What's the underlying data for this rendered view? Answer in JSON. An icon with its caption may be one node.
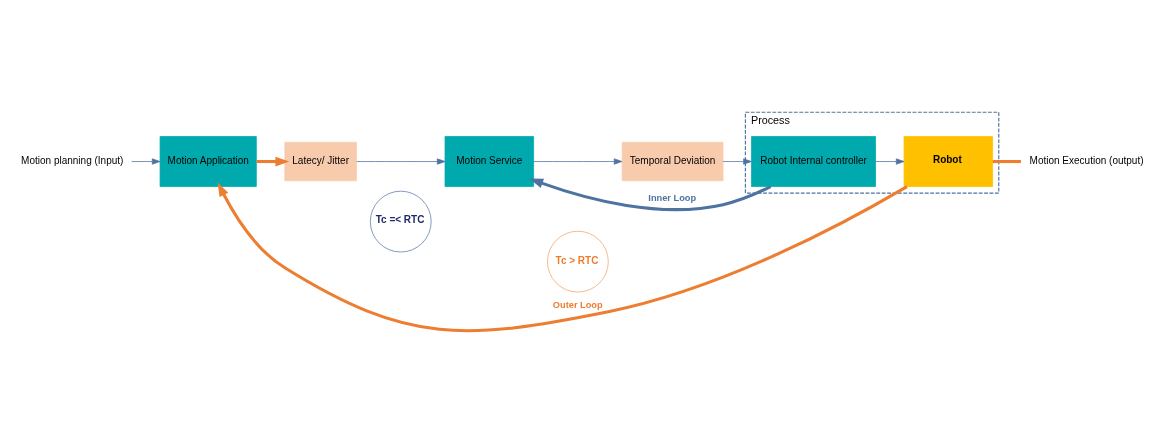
{
  "diagram": {
    "nodes": [
      {
        "text": [
          "Motion planning (Input)"
        ]
      },
      {
        "text": [
          "Motion Application"
        ]
      },
      {
        "text": [
          "Latecy/ Jitter"
        ]
      },
      {
        "text": [
          "Motion Service"
        ]
      },
      {
        "text": [
          "Temporal Deviation"
        ]
      },
      {
        "text": [
          "Process"
        ]
      },
      {
        "text": [
          "Robot Internal controller"
        ],
        "in": 5
      },
      {
        "text": [
          "Robot"
        ],
        "in": 5
      },
      {
        "text": [
          "Motion Execution (output)"
        ]
      },
      {
        "text": [
          "Tc =< RTC"
        ]
      },
      {
        "text": [
          "Tc > RTC"
        ]
      }
    ],
    "edges": [
      {
        "from": 0,
        "to": 1,
        "arrow": "to"
      },
      {
        "from": 1,
        "to": 2,
        "arrow": "to",
        "style": "thick",
        "color": "#ed7d31"
      },
      {
        "from": 2,
        "to": 3,
        "arrow": "to"
      },
      {
        "from": 3,
        "to": 4,
        "arrow": "to"
      },
      {
        "from": 4,
        "to": 6,
        "arrow": "to"
      },
      {
        "from": 6,
        "to": 7,
        "arrow": "to"
      },
      {
        "from": 7,
        "to": 8,
        "arrow": "none",
        "style": "thick",
        "color": "#ed7d31"
      },
      {
        "from": 6,
        "to": 3,
        "arrow": "to",
        "label": "Inner Loop",
        "style": "thick"
      },
      {
        "from": 7,
        "to": 1,
        "arrow": "to",
        "label": "Outer Loop",
        "style": "thick",
        "color": "#ed7d31"
      }
    ]
  }
}
